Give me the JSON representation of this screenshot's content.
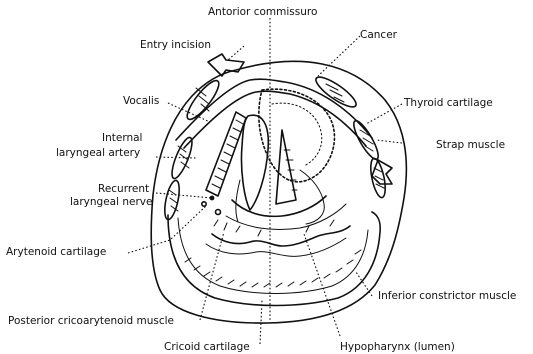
{
  "diagram": {
    "labels": {
      "anterior_commissure": "Antorior commissuro",
      "cancer": "Cancer",
      "entry_incision": "Entry incision",
      "vocalis": "Vocalis",
      "thyroid_cartilage": "Thyroid cartilage",
      "internal_laryngeal_artery_1": "Internal",
      "internal_laryngeal_artery_2": "laryngeal artery",
      "strap_muscle": "Strap muscle",
      "recurrent_laryngeal_nerve_1": "Recurrent",
      "recurrent_laryngeal_nerve_2": "laryngeal nerve",
      "arytenoid_cartilage": "Arytenoid cartilage",
      "inferior_constrictor_muscle": "Inferior constrictor muscle",
      "posterior_cricoarytenoid_muscle": "Posterior cricoarytenoid muscle",
      "cricoid_cartilage": "Cricoid cartilage",
      "hypopharynx_lumen": "Hypopharynx (lumen)"
    }
  }
}
